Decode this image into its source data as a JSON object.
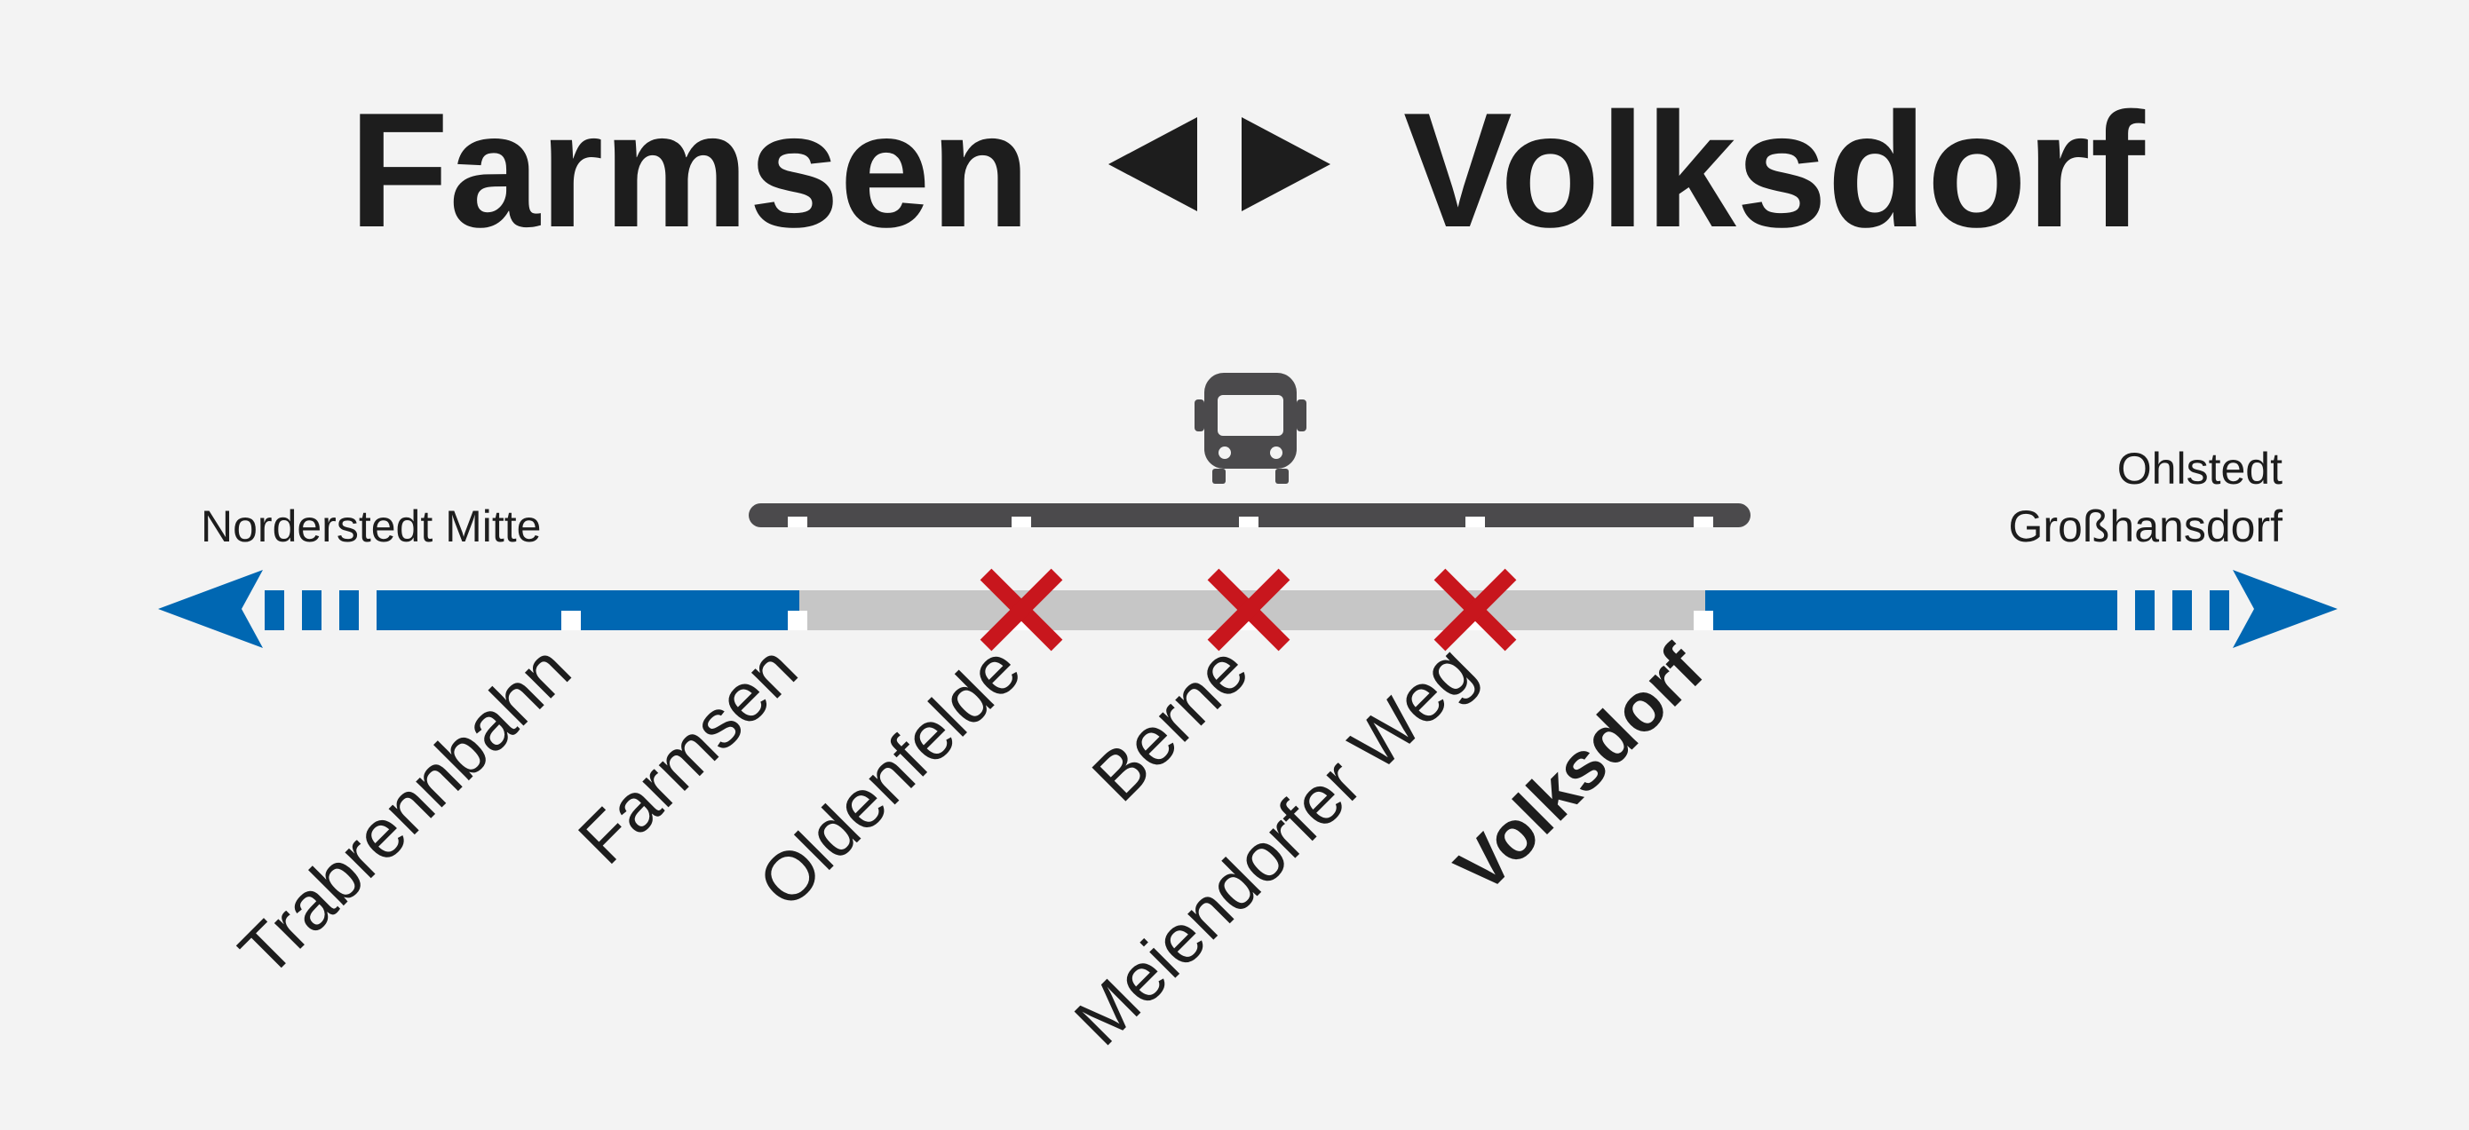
{
  "title": {
    "from": "Farmsen",
    "to": "Volksdorf"
  },
  "destinations": {
    "west": [
      "Norderstedt Mitte"
    ],
    "east": [
      "Ohlstedt",
      "Großhansdorf"
    ]
  },
  "stations": [
    {
      "name": "Trabrennbahn",
      "status": "served"
    },
    {
      "name": "Farmsen",
      "status": "served"
    },
    {
      "name": "Oldenfelde",
      "status": "closed"
    },
    {
      "name": "Berne",
      "status": "closed"
    },
    {
      "name": "Meiendorfer Weg",
      "status": "closed"
    },
    {
      "name": "Volksdorf",
      "status": "served",
      "emphasis": true
    }
  ],
  "icons": {
    "direction": "bidirectional-arrow-icon",
    "replacement": "bus-icon",
    "closed_marker": "cross-icon"
  },
  "colors": {
    "line": "#0067b2",
    "closed_section": "#c6c6c6",
    "bus_line": "#4b4a4c",
    "cross": "#c8161d",
    "text": "#1d1d1d",
    "background": "#f3f3f3"
  }
}
